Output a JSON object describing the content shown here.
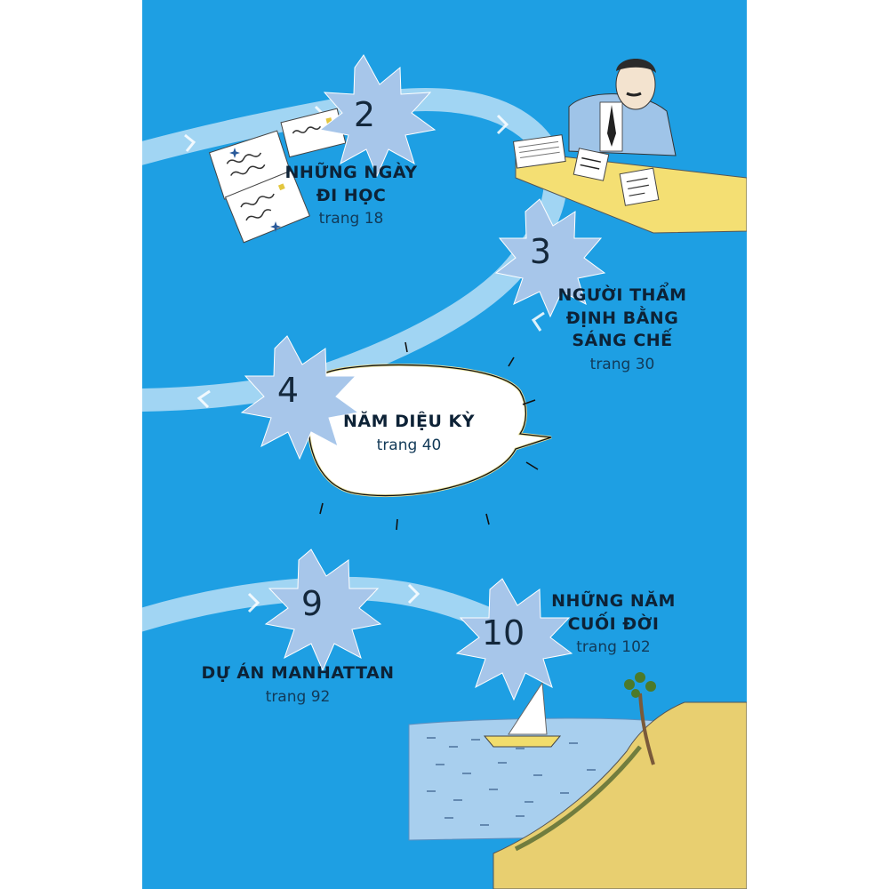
{
  "chapters": [
    {
      "number": "2",
      "title_line1": "NHỮNG NGÀY",
      "title_line2": "ĐI HỌC",
      "page": "trang 18"
    },
    {
      "number": "3",
      "title_line1": "NGƯỜI THẨM",
      "title_line2": "ĐỊNH BẰNG",
      "title_line3": "SÁNG CHẾ",
      "page": "trang 30"
    },
    {
      "number": "4",
      "title_line1": "NĂM DIỆU KỲ",
      "page": "trang 40"
    },
    {
      "number": "9",
      "title_line1": "DỰ ÁN MANHATTAN",
      "page": "trang 92"
    },
    {
      "number": "10",
      "title_line1": "NHỮNG NĂM",
      "title_line2": "CUỐI ĐỜI",
      "page": "trang 102"
    }
  ],
  "colors": {
    "background": "#1e9fe3",
    "path": "#a9d8f3",
    "star": "#a7c6ea",
    "text": "#0d2236"
  }
}
